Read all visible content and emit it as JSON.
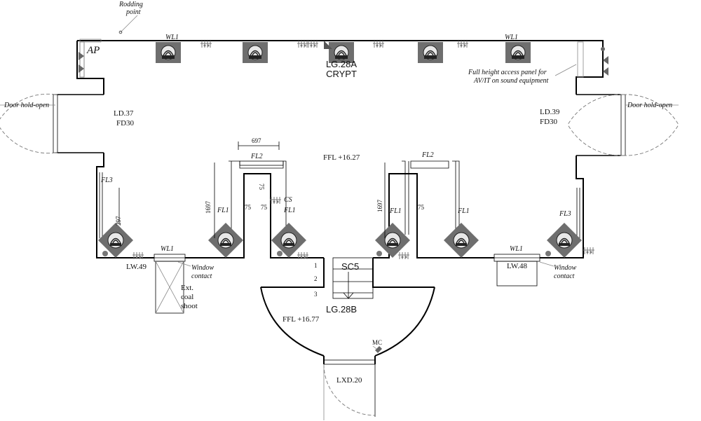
{
  "room": {
    "rodding_point_line1": "Rodding",
    "rodding_point_line2": "point",
    "ap": "AP",
    "id": "LG.28A",
    "name": "CRYPT",
    "ffl_main": "FFL +16.27",
    "access_panel_line1": "Full height access panel for",
    "access_panel_line2": "AV/IT on sound equipment"
  },
  "doors": {
    "left_hold": "Door hold-open",
    "right_hold": "Door hold-open",
    "ld37": "LD.37",
    "fd30_left": "FD30",
    "ld39": "LD.39",
    "fd30_right": "FD30",
    "lxd20": "LXD.20",
    "mc": "MC"
  },
  "equipment": {
    "wl1": "WL1",
    "fl1": "FL1",
    "fl2": "FL2",
    "fl3": "FL3",
    "cs": "CS"
  },
  "dimensions": {
    "d697": "697",
    "d1697": "1697",
    "d75": "75",
    "d297": "297"
  },
  "windows": {
    "lw49": "LW.49",
    "lw48": "LW.48",
    "contact_line1": "Window",
    "contact_line2": "contact",
    "coal_line1": "Ext.",
    "coal_line2": "coal",
    "coal_line3": "shoot"
  },
  "stair": {
    "id": "SC5",
    "steps": [
      "1",
      "2",
      "3"
    ],
    "room_id": "LG.28B",
    "ffl": "FFL +16.77"
  }
}
